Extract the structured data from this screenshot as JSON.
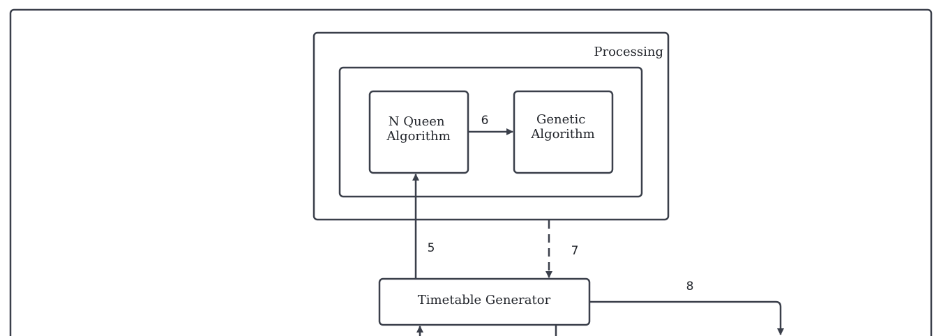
{
  "diagram": {
    "stroke_color": "#3a3f4a",
    "nodes": {
      "processing": {
        "label": "Processing"
      },
      "n_queen": {
        "line1": "N Queen",
        "line2": "Algorithm"
      },
      "genetic": {
        "line1": "Genetic",
        "line2": "Algorithm"
      },
      "timetable": {
        "label": "Timetable Generator"
      }
    },
    "edges": {
      "e5": {
        "label": "5"
      },
      "e6": {
        "label": "6"
      },
      "e7": {
        "label": "7"
      },
      "e8": {
        "label": "8"
      }
    }
  }
}
